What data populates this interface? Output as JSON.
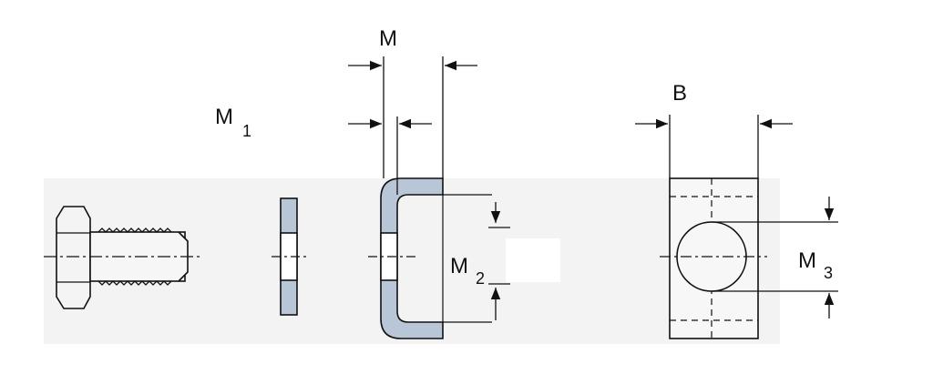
{
  "labels": {
    "m": "M",
    "m1_main": "M",
    "m1_sub": "1",
    "m2_main": "M",
    "m2_sub": "2",
    "m3_main": "M",
    "m3_sub": "3",
    "b": "B"
  },
  "parts": [
    "bolt",
    "washer",
    "bracket",
    "nut-block"
  ],
  "colors": {
    "part_fill": "#b9c6d8",
    "line": "#111111",
    "background_band": "#f2f2f2",
    "block_fill": "#f7f7f7"
  }
}
